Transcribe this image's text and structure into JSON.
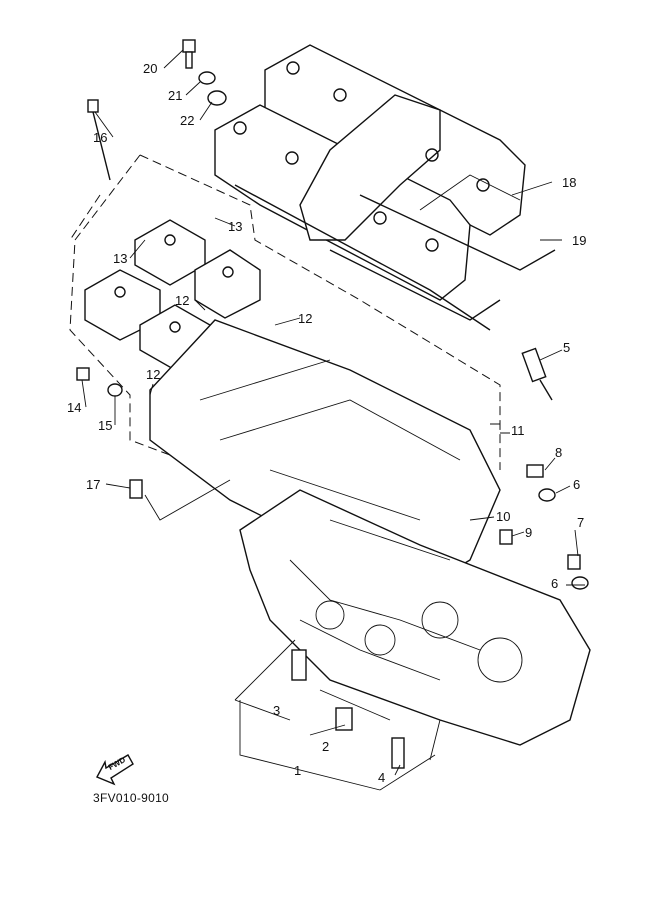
{
  "diagram": {
    "part_code": "3FV010-9010",
    "fwd_label": "FWD",
    "callouts": [
      "20",
      "21",
      "22",
      "16",
      "18",
      "19",
      "13",
      "13",
      "12",
      "12",
      "5",
      "12",
      "14",
      "15",
      "11",
      "8",
      "6",
      "17",
      "10",
      "9",
      "7",
      "6",
      "3",
      "2",
      "1",
      "4"
    ]
  }
}
